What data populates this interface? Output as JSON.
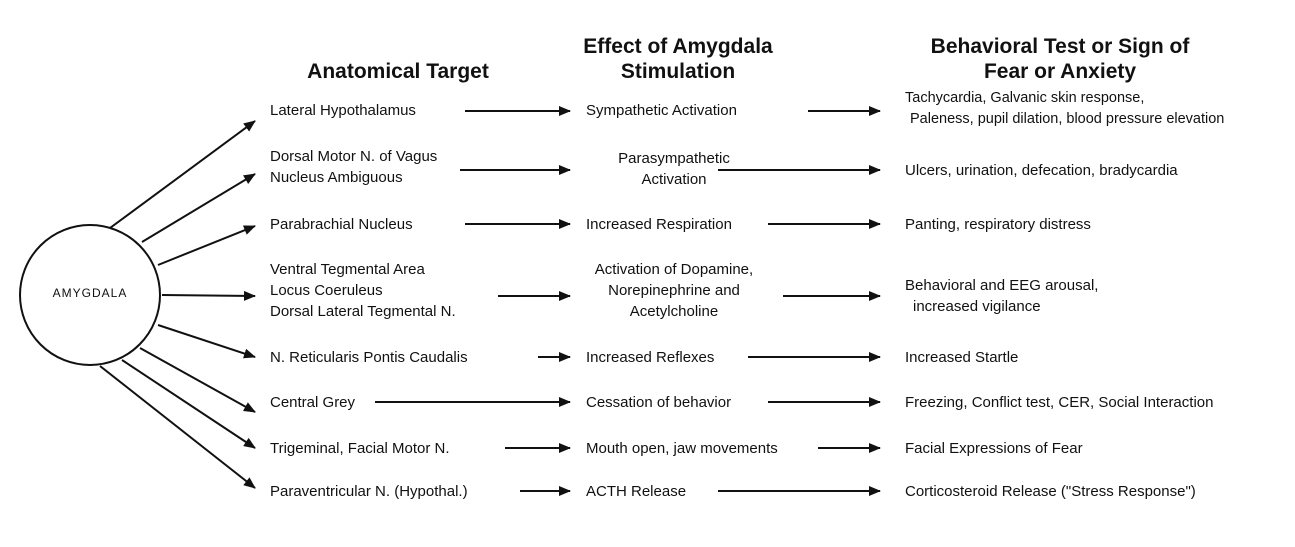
{
  "headers": {
    "target": "Anatomical Target",
    "effect_l1": "Effect of Amygdala",
    "effect_l2": "Stimulation",
    "test_l1": "Behavioral Test or Sign of",
    "test_l2": "Fear or Anxiety"
  },
  "source": "AMYGDALA",
  "rows": [
    {
      "target": [
        "Lateral Hypothalamus"
      ],
      "effect": [
        "Sympathetic Activation"
      ],
      "result": [
        "Tachycardia, Galvanic skin response,",
        "Paleness, pupil dilation, blood pressure elevation"
      ]
    },
    {
      "target": [
        "Dorsal Motor N. of Vagus",
        "Nucleus Ambiguous"
      ],
      "effect": [
        "Parasympathetic",
        "Activation"
      ],
      "result": [
        "Ulcers, urination, defecation, bradycardia"
      ]
    },
    {
      "target": [
        "Parabrachial Nucleus"
      ],
      "effect": [
        "Increased Respiration"
      ],
      "result": [
        "Panting, respiratory distress"
      ]
    },
    {
      "target": [
        "Ventral Tegmental Area",
        "Locus Coeruleus",
        "Dorsal Lateral Tegmental N."
      ],
      "effect": [
        "Activation of Dopamine,",
        "Norepinephrine and",
        "Acetylcholine"
      ],
      "result": [
        "Behavioral and EEG arousal,",
        "increased vigilance"
      ]
    },
    {
      "target": [
        "N. Reticularis Pontis Caudalis"
      ],
      "effect": [
        "Increased Reflexes"
      ],
      "result": [
        "Increased Startle"
      ]
    },
    {
      "target": [
        "Central Grey"
      ],
      "effect": [
        "Cessation of behavior"
      ],
      "result": [
        "Freezing, Conflict test, CER, Social Interaction"
      ]
    },
    {
      "target": [
        "Trigeminal, Facial Motor N."
      ],
      "effect": [
        "Mouth open, jaw movements"
      ],
      "result": [
        "Facial Expressions of Fear"
      ]
    },
    {
      "target": [
        "Paraventricular N. (Hypothal.)"
      ],
      "effect": [
        "ACTH Release"
      ],
      "result": [
        "Corticosteroid Release (\"Stress Response\")"
      ]
    }
  ]
}
